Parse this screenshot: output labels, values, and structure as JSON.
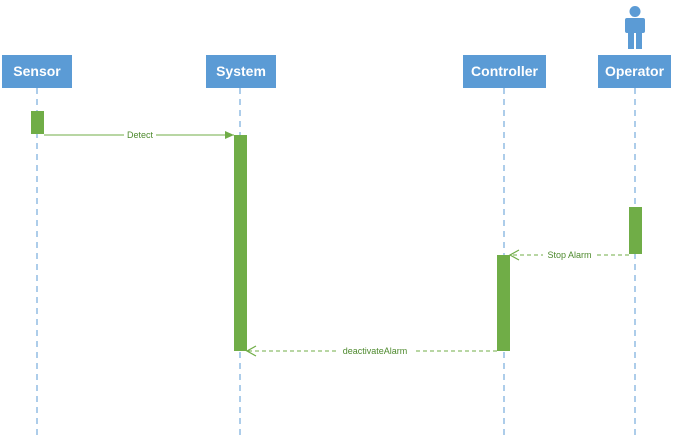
{
  "colors": {
    "header_fill": "#5B9BD5",
    "header_text": "#ffffff",
    "lifeline": "#5B9BD5",
    "activation": "#70AD47",
    "message": "#70AD47",
    "message_label": "#4E8A2E",
    "actor": "#5B9BD5"
  },
  "participants": [
    {
      "id": "sensor",
      "name": "Sensor",
      "actor": false
    },
    {
      "id": "system",
      "name": "System",
      "actor": false
    },
    {
      "id": "controller",
      "name": "Controller",
      "actor": false
    },
    {
      "id": "operator",
      "name": "Operator",
      "actor": true
    }
  ],
  "messages": [
    {
      "id": "detect",
      "from": "sensor",
      "to": "system",
      "label": "Detect",
      "style": "solid"
    },
    {
      "id": "stop-alarm",
      "from": "operator",
      "to": "controller",
      "label": "Stop Alarm",
      "style": "dashed"
    },
    {
      "id": "deactivate-alarm",
      "from": "controller",
      "to": "system",
      "label": "deactivateAlarm",
      "style": "dashed"
    }
  ]
}
